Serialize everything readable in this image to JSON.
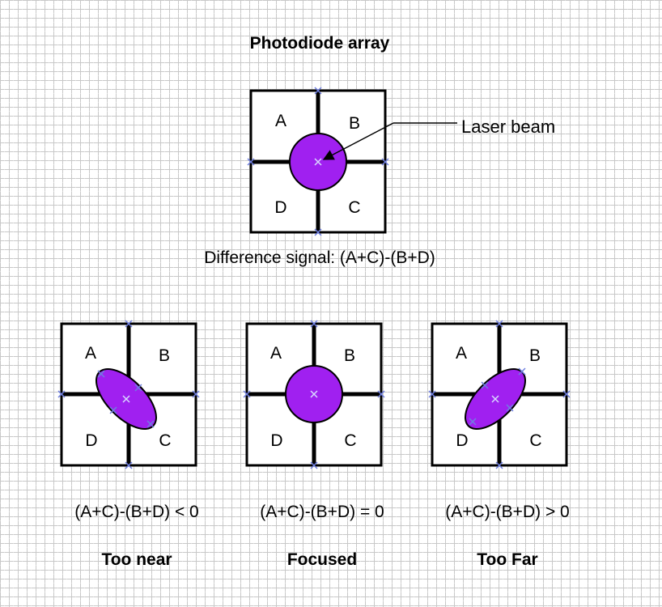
{
  "title": "Photodiode array",
  "quadrants": {
    "a": "A",
    "b": "B",
    "c": "C",
    "d": "D"
  },
  "laser_label": "Laser beam",
  "difference_signal": "Difference signal: (A+C)-(B+D)",
  "cases": [
    {
      "formula": "(A+C)-(B+D) < 0",
      "caption": "Too near"
    },
    {
      "formula": "(A+C)-(B+D) = 0",
      "caption": "Focused"
    },
    {
      "formula": "(A+C)-(B+D) > 0",
      "caption": "Too Far"
    }
  ],
  "colors": {
    "beam_fill": "#a020f0",
    "beam_stroke": "#000000",
    "marker": "#6f7fe0"
  }
}
